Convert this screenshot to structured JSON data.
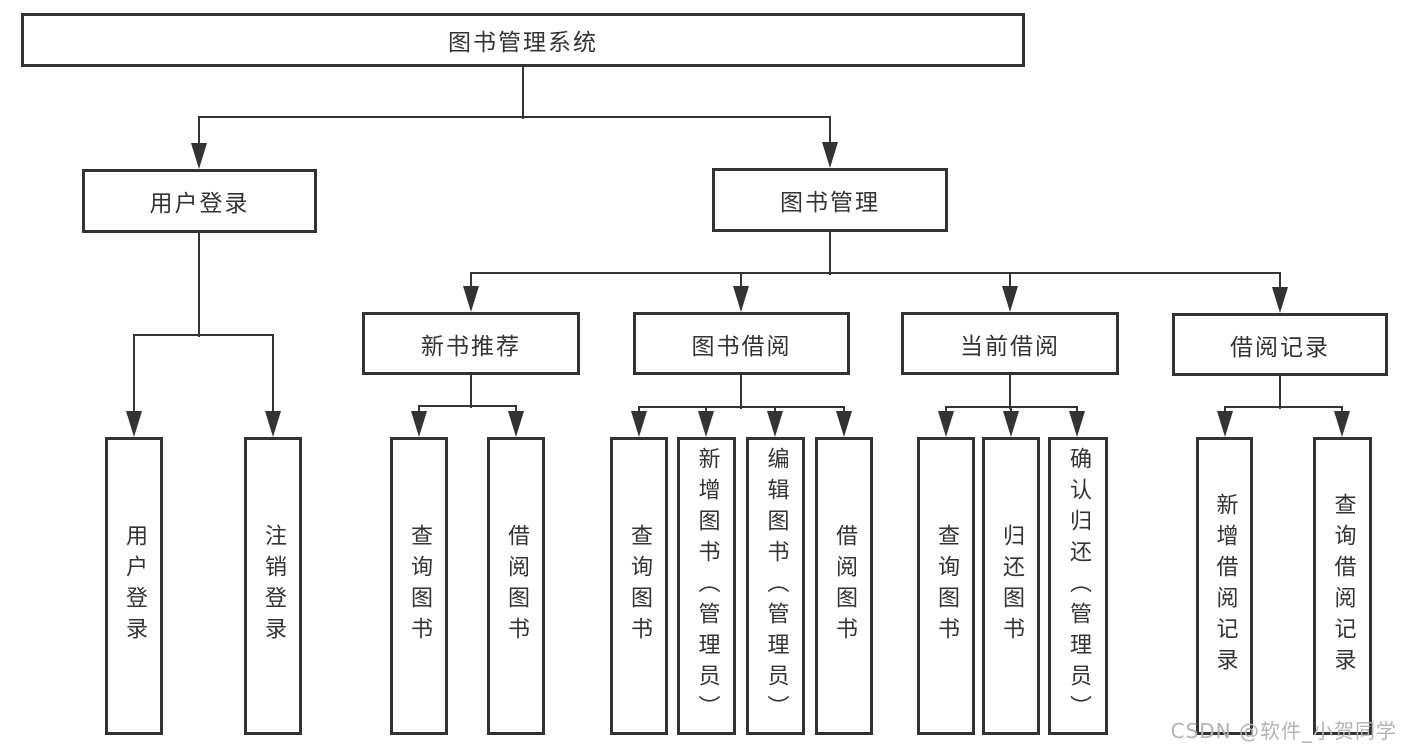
{
  "diagram": {
    "watermark": "CSDN @软件_小贺同学",
    "colors": {
      "line": "#333333",
      "text": "#333333",
      "background": "#ffffff",
      "watermark": "#b3b3b3"
    },
    "tree": {
      "label": "图书管理系统",
      "children": [
        {
          "label": "用户登录",
          "children": [
            {
              "label": "用户登录"
            },
            {
              "label": "注销登录"
            }
          ]
        },
        {
          "label": "图书管理",
          "children": [
            {
              "label": "新书推荐",
              "children": [
                {
                  "label": "查询图书"
                },
                {
                  "label": "借阅图书"
                }
              ]
            },
            {
              "label": "图书借阅",
              "children": [
                {
                  "label": "查询图书"
                },
                {
                  "label": "新增图书（管理员）"
                },
                {
                  "label": "编辑图书（管理员）"
                },
                {
                  "label": "借阅图书"
                }
              ]
            },
            {
              "label": "当前借阅",
              "children": [
                {
                  "label": "查询图书"
                },
                {
                  "label": "归还图书"
                },
                {
                  "label": "确认归还（管理员）"
                }
              ]
            },
            {
              "label": "借阅记录",
              "children": [
                {
                  "label": "新增借阅记录"
                },
                {
                  "label": "查询借阅记录"
                }
              ]
            }
          ]
        }
      ]
    }
  }
}
